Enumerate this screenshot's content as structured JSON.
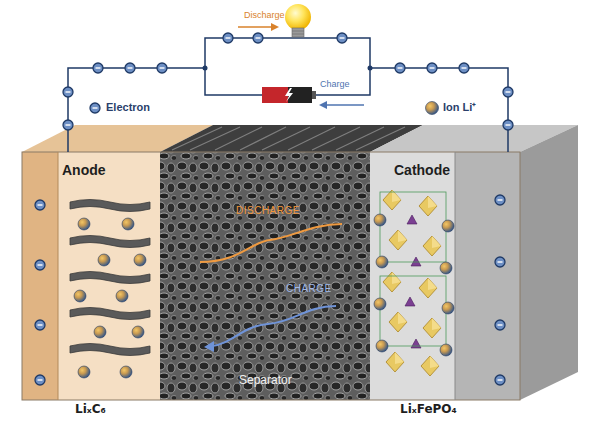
{
  "diagram": {
    "nodes": [
      {
        "text": [
          "Anode"
        ]
      },
      {
        "text": [
          "Separator"
        ]
      },
      {
        "text": [
          "Cathode"
        ]
      }
    ],
    "edges": [
      {
        "from": 0,
        "to": 2,
        "arrow": "none"
      }
    ],
    "labels": [
      "Discharge",
      "Charge",
      "DISCHARGE",
      "CHARGE",
      "LiₓC₆",
      "LiₓFePO₄"
    ],
    "legend": [
      {
        "text": "Electron"
      },
      {
        "text": "Ion Li⁺"
      }
    ]
  }
}
